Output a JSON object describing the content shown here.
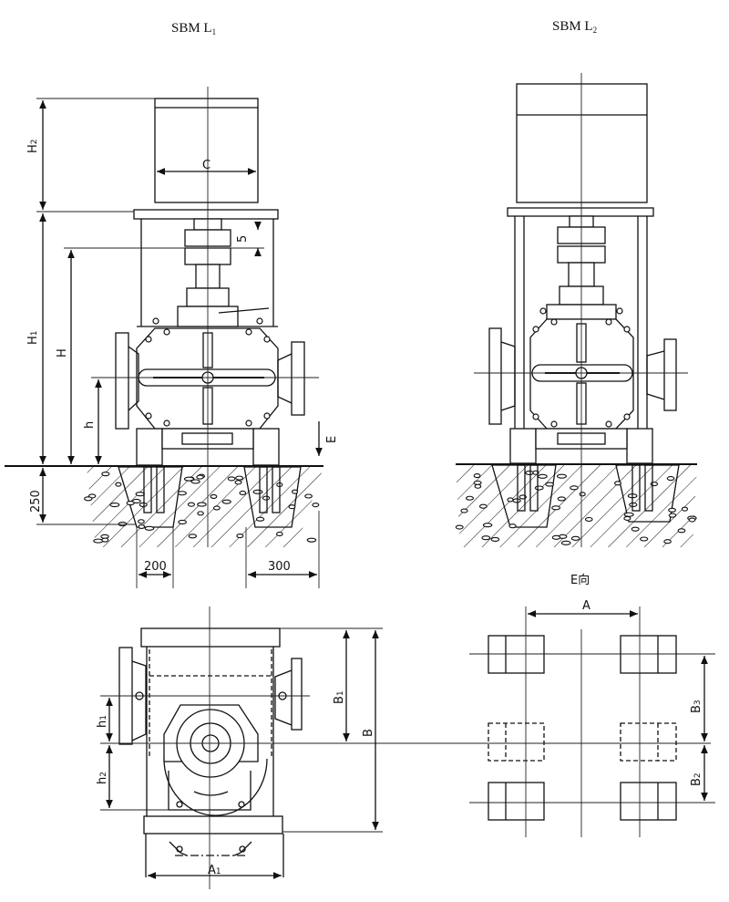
{
  "titles": {
    "left": "SBM L",
    "left_sub": "1",
    "right": "SBM L",
    "right_sub": "2"
  },
  "side_view_dims": {
    "H2": {
      "main": "H",
      "sub": "2"
    },
    "H1": {
      "main": "H",
      "sub": "1"
    },
    "H": "H",
    "h": "h",
    "C": "C",
    "gap": "5",
    "E": "E",
    "depth": "250",
    "pit_left": "200",
    "pit_right": "300"
  },
  "plan_view_dims": {
    "h1": {
      "main": "h",
      "sub": "1"
    },
    "h2": {
      "main": "h",
      "sub": "2"
    },
    "B1": {
      "main": "B",
      "sub": "1"
    },
    "B": "B",
    "A1": {
      "main": "A",
      "sub": "1"
    }
  },
  "e_view": {
    "title": "E向",
    "A": "A",
    "B3": {
      "main": "B",
      "sub": "3"
    },
    "B2": {
      "main": "B",
      "sub": "2"
    }
  }
}
